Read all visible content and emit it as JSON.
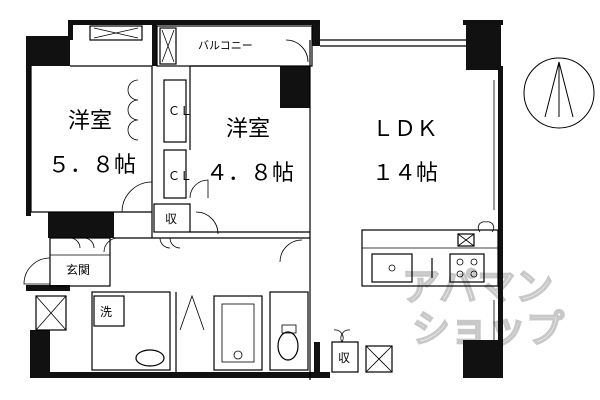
{
  "rooms": {
    "western_room_1": {
      "name": "洋室",
      "size": "５．８帖"
    },
    "western_room_2": {
      "name": "洋室",
      "size": "４．８帖"
    },
    "ldk": {
      "name": "ＬＤＫ",
      "size": "１４帖"
    },
    "balcony": "バルコニー",
    "closet_upper": "ＣＬ",
    "closet_lower": "ＣＬ",
    "storage_upper": "収",
    "storage_lower": "収",
    "entrance": "玄関",
    "washroom": "洗"
  },
  "icons": {
    "compass": "north-arrow-icon"
  },
  "watermark": {
    "line1": "アパマン",
    "line2": "ショップ",
    "color": "#c8c8c8"
  },
  "colors": {
    "wall": "#111111",
    "line": "#000000",
    "background": "#ffffff"
  }
}
